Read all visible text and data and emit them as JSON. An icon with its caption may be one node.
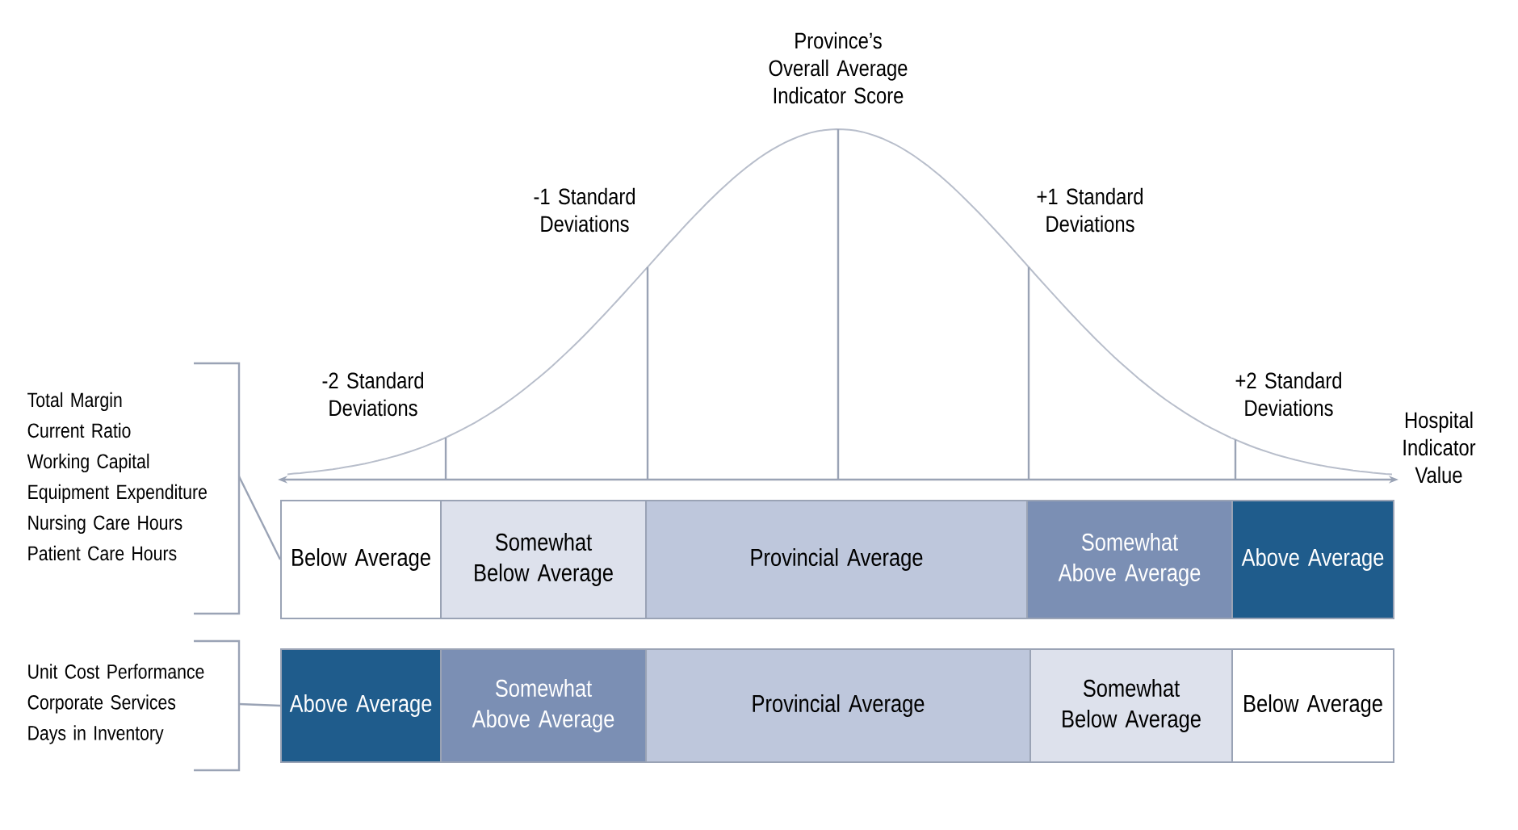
{
  "diagram": {
    "nodes": [
      {
        "text": [
          "Total Margin",
          "Current Ratio",
          "Working Capital",
          "Equipment Expenditure",
          "Nursing Care Hours",
          "Patient Care Hours"
        ]
      },
      {
        "text": [
          "Unit Cost Performance",
          "Corporate Services",
          "Days in Inventory"
        ]
      },
      {
        "text": [
          "Below Average"
        ]
      },
      {
        "text": [
          "Somewhat Below Average"
        ]
      },
      {
        "text": [
          "Provincial Average"
        ]
      },
      {
        "text": [
          "Somewhat Above Average"
        ]
      },
      {
        "text": [
          "Above Average"
        ]
      },
      {
        "text": [
          "Above Average"
        ]
      },
      {
        "text": [
          "Somewhat Above Average"
        ]
      },
      {
        "text": [
          "Provincial Average"
        ]
      },
      {
        "text": [
          "Somewhat Below Average"
        ]
      },
      {
        "text": [
          "Below Average"
        ]
      }
    ],
    "edges": [
      {
        "from": 0,
        "to": 2,
        "arrow": "none"
      },
      {
        "from": 1,
        "to": 7,
        "arrow": "none"
      }
    ],
    "labels": [
      "Province’s Overall Average Indicator Score",
      "-1 Standard Deviations",
      "+1 Standard Deviations",
      "-2 Standard Deviations",
      "+2 Standard Deviations",
      "Hospital Indicator Value"
    ]
  }
}
